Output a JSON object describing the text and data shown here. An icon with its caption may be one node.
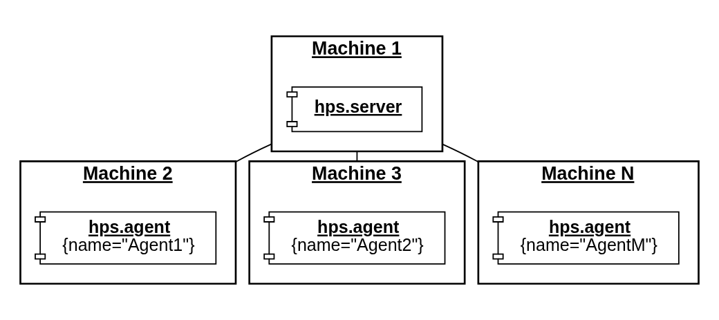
{
  "diagram": {
    "nodes": [
      {
        "text": [
          "Machine 1"
        ]
      },
      {
        "text": [
          "hps.server"
        ],
        "in": 0
      },
      {
        "text": [
          "Machine 2"
        ]
      },
      {
        "text": [
          "hps.agent",
          "{name=\"Agent1\"}"
        ],
        "in": 2
      },
      {
        "text": [
          "Machine 3"
        ]
      },
      {
        "text": [
          "hps.agent",
          "{name=\"Agent2\"}"
        ],
        "in": 4
      },
      {
        "text": [
          "Machine N"
        ]
      },
      {
        "text": [
          "hps.agent",
          "{name=\"AgentM\"}"
        ],
        "in": 6
      }
    ],
    "edges": [
      {
        "from": 0,
        "to": 2,
        "arrow": "none"
      },
      {
        "from": 0,
        "to": 4,
        "arrow": "none"
      },
      {
        "from": 0,
        "to": 6,
        "arrow": "none"
      }
    ]
  }
}
